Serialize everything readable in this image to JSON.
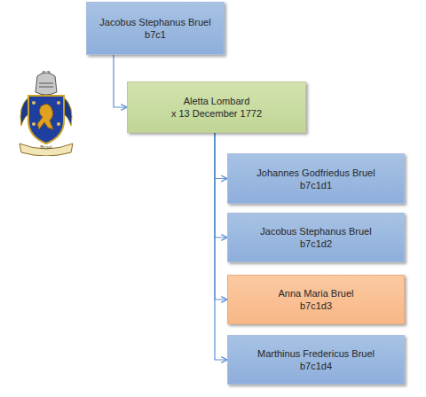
{
  "diagram": {
    "nodes": [
      {
        "text": [
          "Jacobus Stephanus Bruel",
          "b7c1"
        ]
      },
      {
        "text": [
          "Aletta Lombard",
          "x 13 December 1772"
        ]
      },
      {
        "text": [
          "Johannes Godfriedus Bruel",
          "b7c1d1"
        ]
      },
      {
        "text": [
          "Jacobus Stephanus Bruel",
          "b7c1d2"
        ]
      },
      {
        "text": [
          "Anna Maria Bruel",
          "b7c1d3"
        ]
      },
      {
        "text": [
          "Marthinus Fredericus Bruel",
          "b7c1d4"
        ]
      }
    ],
    "edges": [
      {
        "from": 0,
        "to": 1,
        "arrow": "to"
      },
      {
        "from": 1,
        "to": 2,
        "arrow": "to"
      },
      {
        "from": 1,
        "to": 3,
        "arrow": "to"
      },
      {
        "from": 1,
        "to": 4,
        "arrow": "to"
      },
      {
        "from": 1,
        "to": 5,
        "arrow": "to"
      }
    ],
    "labels": [
      "Bruel"
    ]
  }
}
